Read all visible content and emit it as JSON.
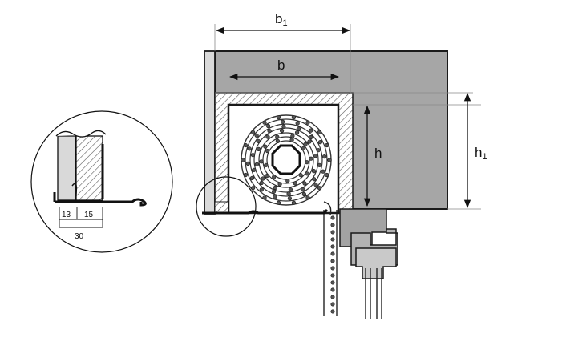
{
  "dimensions": {
    "b1": {
      "main": "b",
      "sub": "1"
    },
    "b": {
      "main": "b"
    },
    "h": {
      "main": "h"
    },
    "h1": {
      "main": "h",
      "sub": "1"
    }
  },
  "detail": {
    "measure_left": "13",
    "measure_right": "15",
    "measure_total": "30"
  },
  "colors": {
    "housing": "#a6a6a6",
    "stroke": "#1a1a1a",
    "hatch": "#555555",
    "frame": "#a3a3a3",
    "rail": "#c8c8c8"
  }
}
